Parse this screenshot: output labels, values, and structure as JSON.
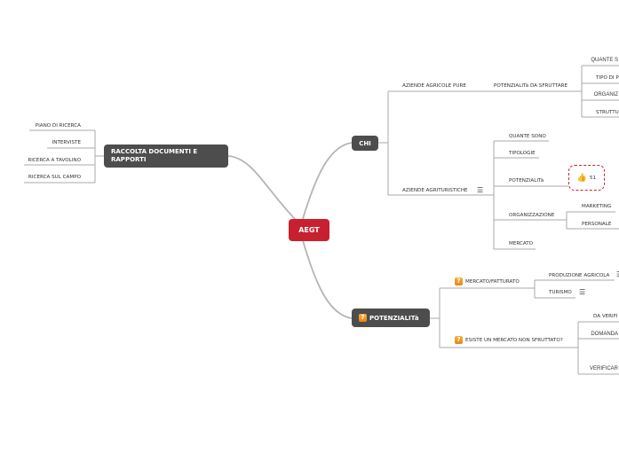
{
  "root": {
    "label": "AEGT",
    "color": "#c8202f"
  },
  "chi": {
    "label": "CHI",
    "aziende_pure": {
      "label": "AZIENDE AGRICOLE PURE",
      "child": {
        "label": "POTENZIALITà DA SFRUTTARE",
        "children": [
          "QUANTE S",
          "TIPO DI P",
          "ORGANIZ",
          "STRUTTU"
        ]
      }
    },
    "agrituristiche": {
      "label": "AZIENDE AGRITURISTICHE",
      "children": {
        "quante": "QUANTE SONO",
        "tipologie": "TIPOLOGIE",
        "potenzialita": "POTENZIALITà",
        "organizzazione": "ORGANIZZAZIONE",
        "mercato": "MERCATO"
      },
      "organizzazione_children": [
        "MARKETING",
        "PERSONALE"
      ],
      "like_count": "51"
    }
  },
  "potenzialita": {
    "label": "POTENZIALITà",
    "mercato": {
      "label": "MERCATO/FATTURATO",
      "children": [
        "PRODUZIONE AGRICOLA",
        "TURISMO"
      ]
    },
    "esiste": {
      "label": "ESISTE UN MERCATO NON SFRUTTATO?",
      "children": [
        "DA VERIFI",
        "DOMANDA",
        "VERIFICAR"
      ]
    }
  },
  "raccolta": {
    "label": "RACCOLTA DOCUMENTI E RAPPORTI",
    "children": [
      "PIANO DI RICERCA",
      "INTERVISTE",
      "RICERCA A TAVOLINO",
      "RICERCA SUL CAMPO"
    ]
  },
  "icons": {
    "question": "?",
    "menu": "☰",
    "like": "👍"
  }
}
